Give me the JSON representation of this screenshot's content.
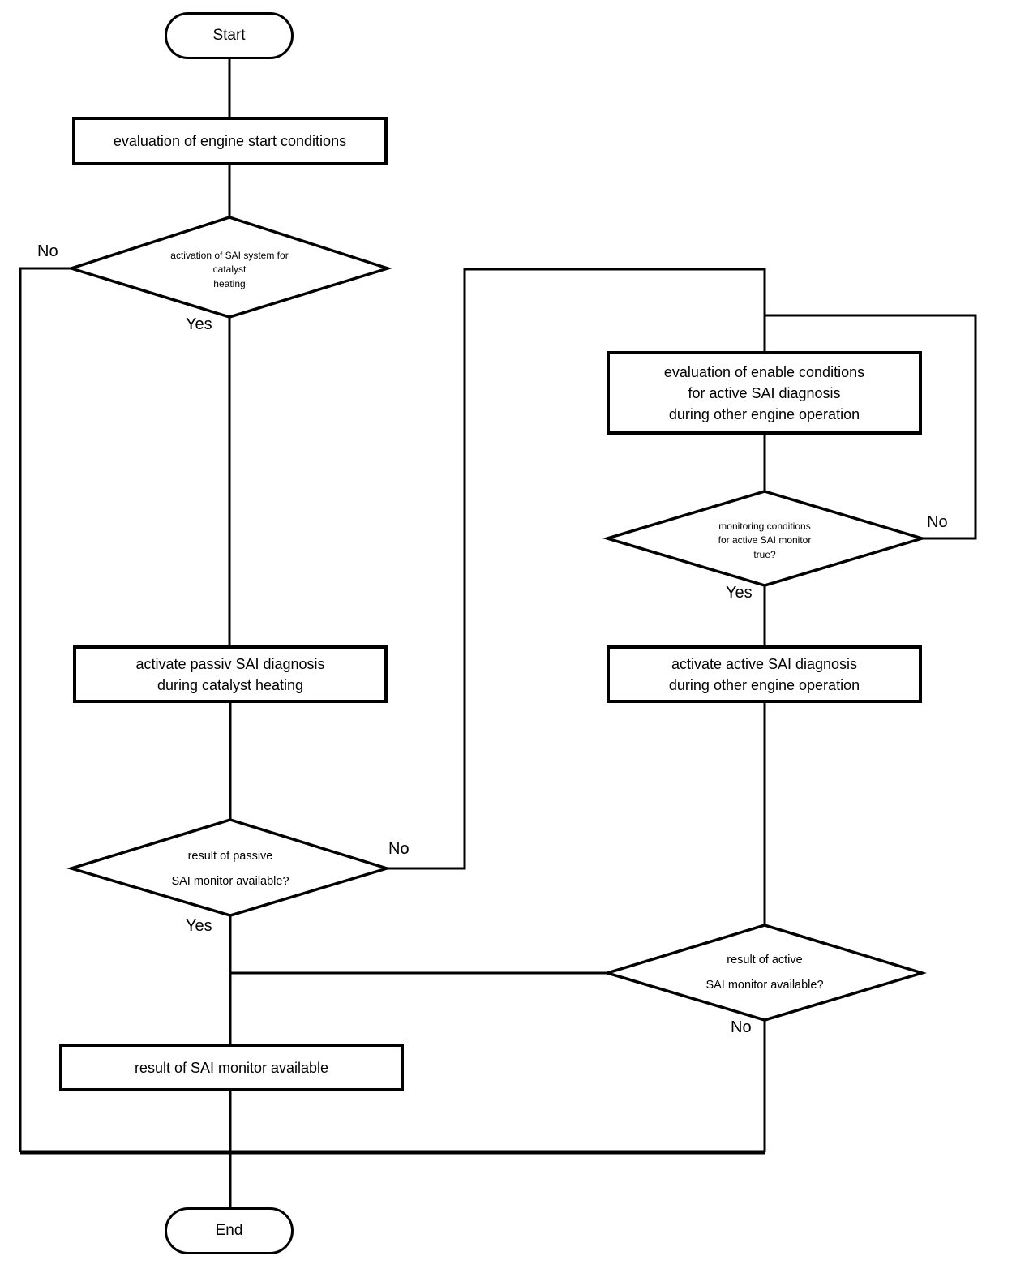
{
  "figure": {
    "type": "flowchart",
    "background": "#ffffff",
    "line_color": "#000000",
    "nodes": {
      "start": "Start",
      "evaluate_engine_start": "evaluation of engine start conditions",
      "sai_activation_decision": "activation of SAI system for\ncatalyst\nheating",
      "enable_conditions_evaluation": "evaluation of enable conditions\nfor active SAI diagnosis\nduring other engine operation",
      "monitoring_conditions_decision": "monitoring conditions\nfor active SAI monitor\ntrue?",
      "activate_passive_diagnosis": "activate passiv SAI diagnosis\nduring catalyst heating",
      "activate_active_diagnosis": "activate active SAI diagnosis\nduring other engine operation",
      "passive_result_decision": "result of passive\nSAI monitor available?",
      "active_result_decision": "result of active\nSAI monitor available?",
      "result_available": "result of SAI monitor available",
      "end": "End"
    },
    "edge_labels": {
      "sai_activation_no": "No",
      "sai_activation_yes": "Yes",
      "monitoring_no": "No",
      "monitoring_yes": "Yes",
      "passive_result_no": "No",
      "passive_result_yes": "Yes",
      "active_result_no": "No"
    }
  }
}
